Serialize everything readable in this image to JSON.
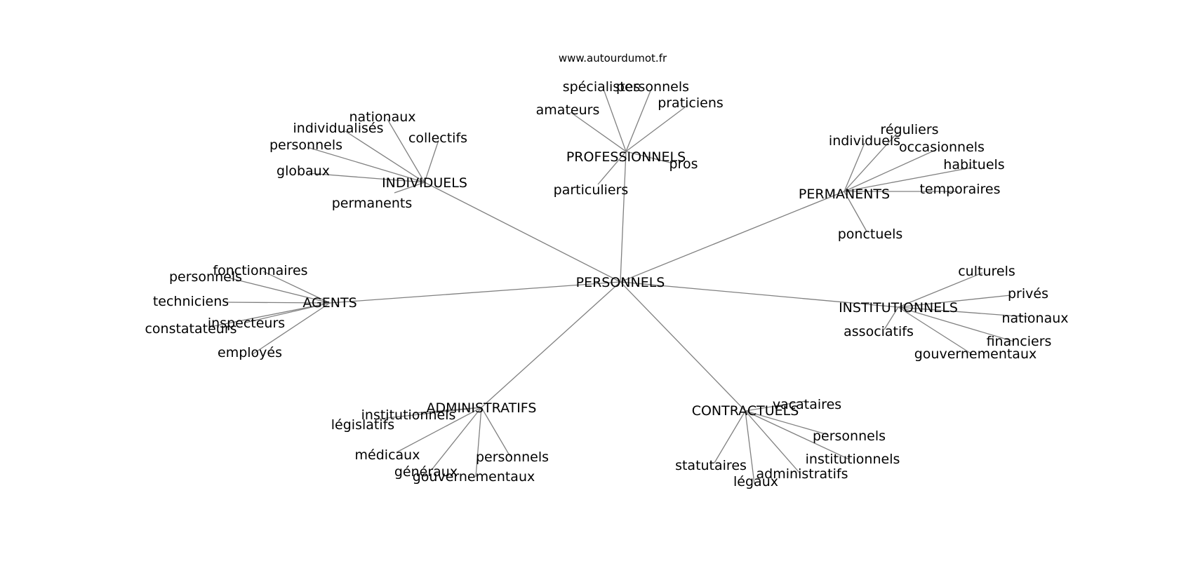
{
  "source": "www.autourdumot.fr",
  "root": "PERSONNELS",
  "groups": [
    {
      "label": "PROFESSIONNELS",
      "leaves": [
        "spécialistes",
        "personnels",
        "praticiens",
        "amateurs",
        "pros",
        "particuliers"
      ]
    },
    {
      "label": "INDIVIDUELS",
      "leaves": [
        "nationaux",
        "individualisés",
        "collectifs",
        "personnels",
        "globaux",
        "permanents"
      ]
    },
    {
      "label": "PERMANENTS",
      "leaves": [
        "réguliers",
        "individuels",
        "occasionnels",
        "habituels",
        "temporaires",
        "ponctuels"
      ]
    },
    {
      "label": "AGENTS",
      "leaves": [
        "fonctionnaires",
        "personnels",
        "techniciens",
        "inspecteurs",
        "constatateurs",
        "employés"
      ]
    },
    {
      "label": "INSTITUTIONNELS",
      "leaves": [
        "culturels",
        "privés",
        "nationaux",
        "associatifs",
        "financiers",
        "gouvernementaux"
      ]
    },
    {
      "label": "ADMINISTRATIFS",
      "leaves": [
        "institutionnels",
        "législatifs",
        "médicaux",
        "généraux",
        "gouvernementaux",
        "personnels"
      ]
    },
    {
      "label": "CONTRACTUELS",
      "leaves": [
        "vacataires",
        "personnels",
        "institutionnels",
        "statutaires",
        "administratifs",
        "légaux"
      ]
    }
  ]
}
